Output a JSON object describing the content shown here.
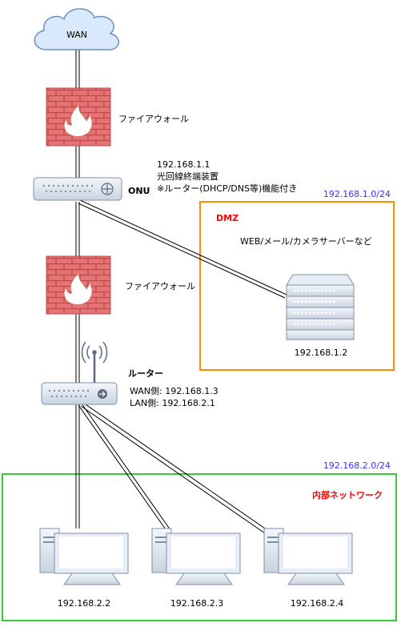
{
  "wan": {
    "label": "WAN"
  },
  "firewall_top": {
    "label": "ファイアウォール"
  },
  "onu": {
    "name": "ONU",
    "ip": "192.168.1.1",
    "desc_line1": "光回線終端装置",
    "desc_line2": "※ルーター(DHCP/DNS等)機能付き"
  },
  "dmz": {
    "subnet": "192.168.1.0/24",
    "title": "DMZ",
    "desc": "WEB/メール/カメラサーバーなど",
    "server_ip": "192.168.1.2",
    "border_color": "#ff8c00"
  },
  "firewall_mid": {
    "label": "ファイアウォール"
  },
  "router": {
    "name": "ルーター",
    "wan_ip": "WAN側: 192.168.1.3",
    "lan_ip": "LAN側: 192.168.2.1"
  },
  "internal": {
    "subnet": "192.168.2.0/24",
    "title": "内部ネットワーク",
    "border_color": "#33cc33",
    "pcs": [
      {
        "ip": "192.168.2.2"
      },
      {
        "ip": "192.168.2.3"
      },
      {
        "ip": "192.168.2.4"
      }
    ]
  },
  "colors": {
    "subnet_label": "#3333ff",
    "zone_title": "#ff0000",
    "firewall_brick": "#e06666",
    "device_fill": "#dce6f2"
  }
}
